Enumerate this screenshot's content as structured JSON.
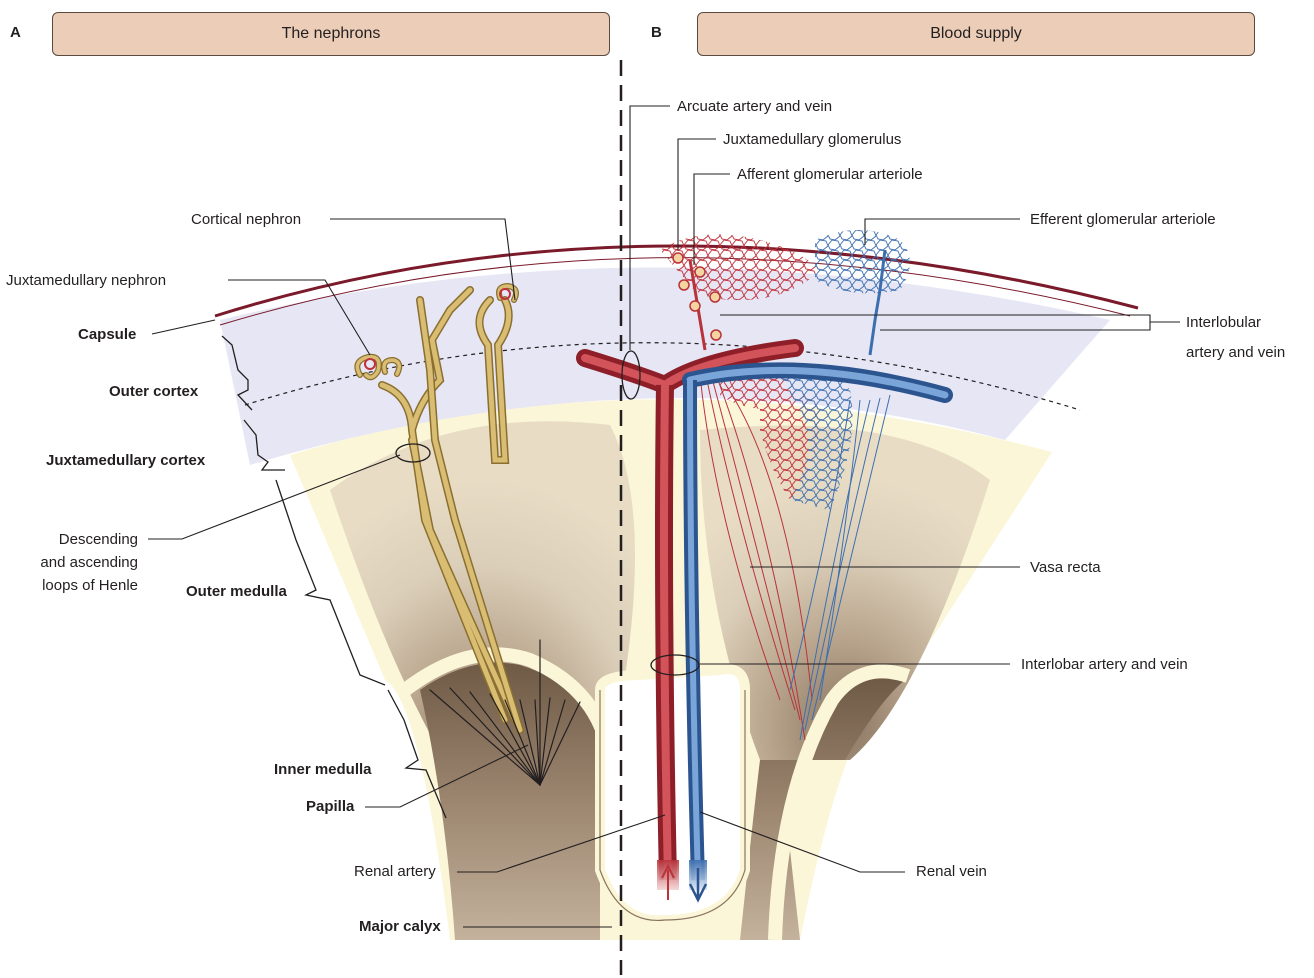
{
  "panels": {
    "a": {
      "letter": "A",
      "title": "The nephrons"
    },
    "b": {
      "letter": "B",
      "title": "Blood supply"
    }
  },
  "labels": {
    "cortical_nephron": "Cortical nephron",
    "juxtamedullary_nephron": "Juxtamedullary nephron",
    "capsule": "Capsule",
    "outer_cortex": "Outer cortex",
    "juxtamedullary_cortex": "Juxtamedullary cortex",
    "loops_line1": "Descending",
    "loops_line2": "and ascending",
    "loops_line3": "loops of Henle",
    "outer_medulla": "Outer medulla",
    "inner_medulla": "Inner medulla",
    "papilla": "Papilla",
    "renal_artery": "Renal artery",
    "major_calyx": "Major calyx",
    "arcuate": "Arcuate artery and vein",
    "jm_glomerulus": "Juxtamedullary glomerulus",
    "afferent": "Afferent glomerular arteriole",
    "efferent": "Efferent glomerular arteriole",
    "interlobular_line1": "Interlobular",
    "interlobular_line2": "artery and vein",
    "vasa_recta": "Vasa recta",
    "interlobar": "Interlobar artery and vein",
    "renal_vein": "Renal vein"
  },
  "colors": {
    "panel_fill": "#ebcdb8",
    "capsule_line": "#7a1a2a",
    "cortex_fill": "#e6e6f4",
    "medulla_fill": "#fbf6d8",
    "pyramid_fill": "#d8cbb4",
    "calyx_fill": "#8a7560",
    "artery": "#b8333a",
    "vein": "#3d6fb0",
    "nephron": "#c9aa5c"
  }
}
